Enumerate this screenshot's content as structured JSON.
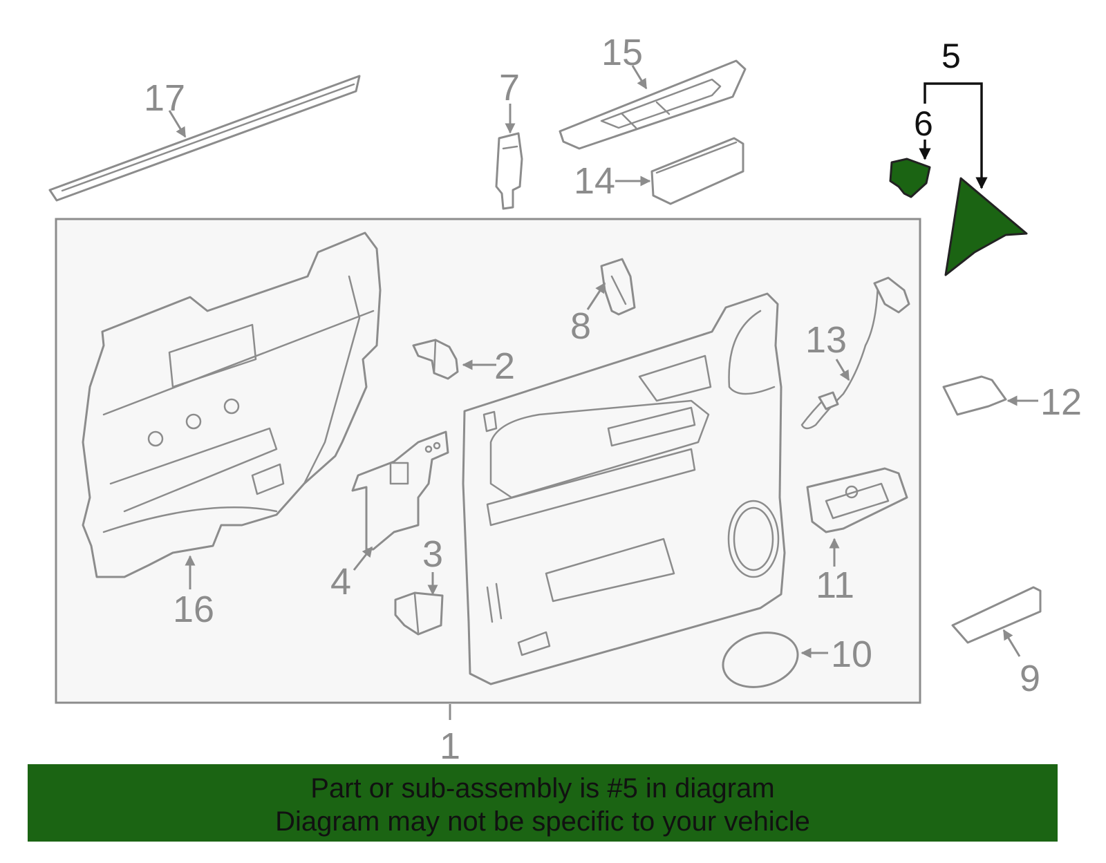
{
  "diagram": {
    "highlight_color": "#1b6413",
    "line_color": "#8c8c8c",
    "panel_fill": "#f7f7f7",
    "callouts": {
      "c1": "1",
      "c2": "2",
      "c3": "3",
      "c4": "4",
      "c5": "5",
      "c6": "6",
      "c7": "7",
      "c8": "8",
      "c9": "9",
      "c10": "10",
      "c11": "11",
      "c12": "12",
      "c13": "13",
      "c14": "14",
      "c15": "15",
      "c16": "16",
      "c17": "17"
    }
  },
  "banner": {
    "line1": "Part or sub-assembly is #5 in diagram",
    "line2": "Diagram may not be specific to your vehicle"
  }
}
